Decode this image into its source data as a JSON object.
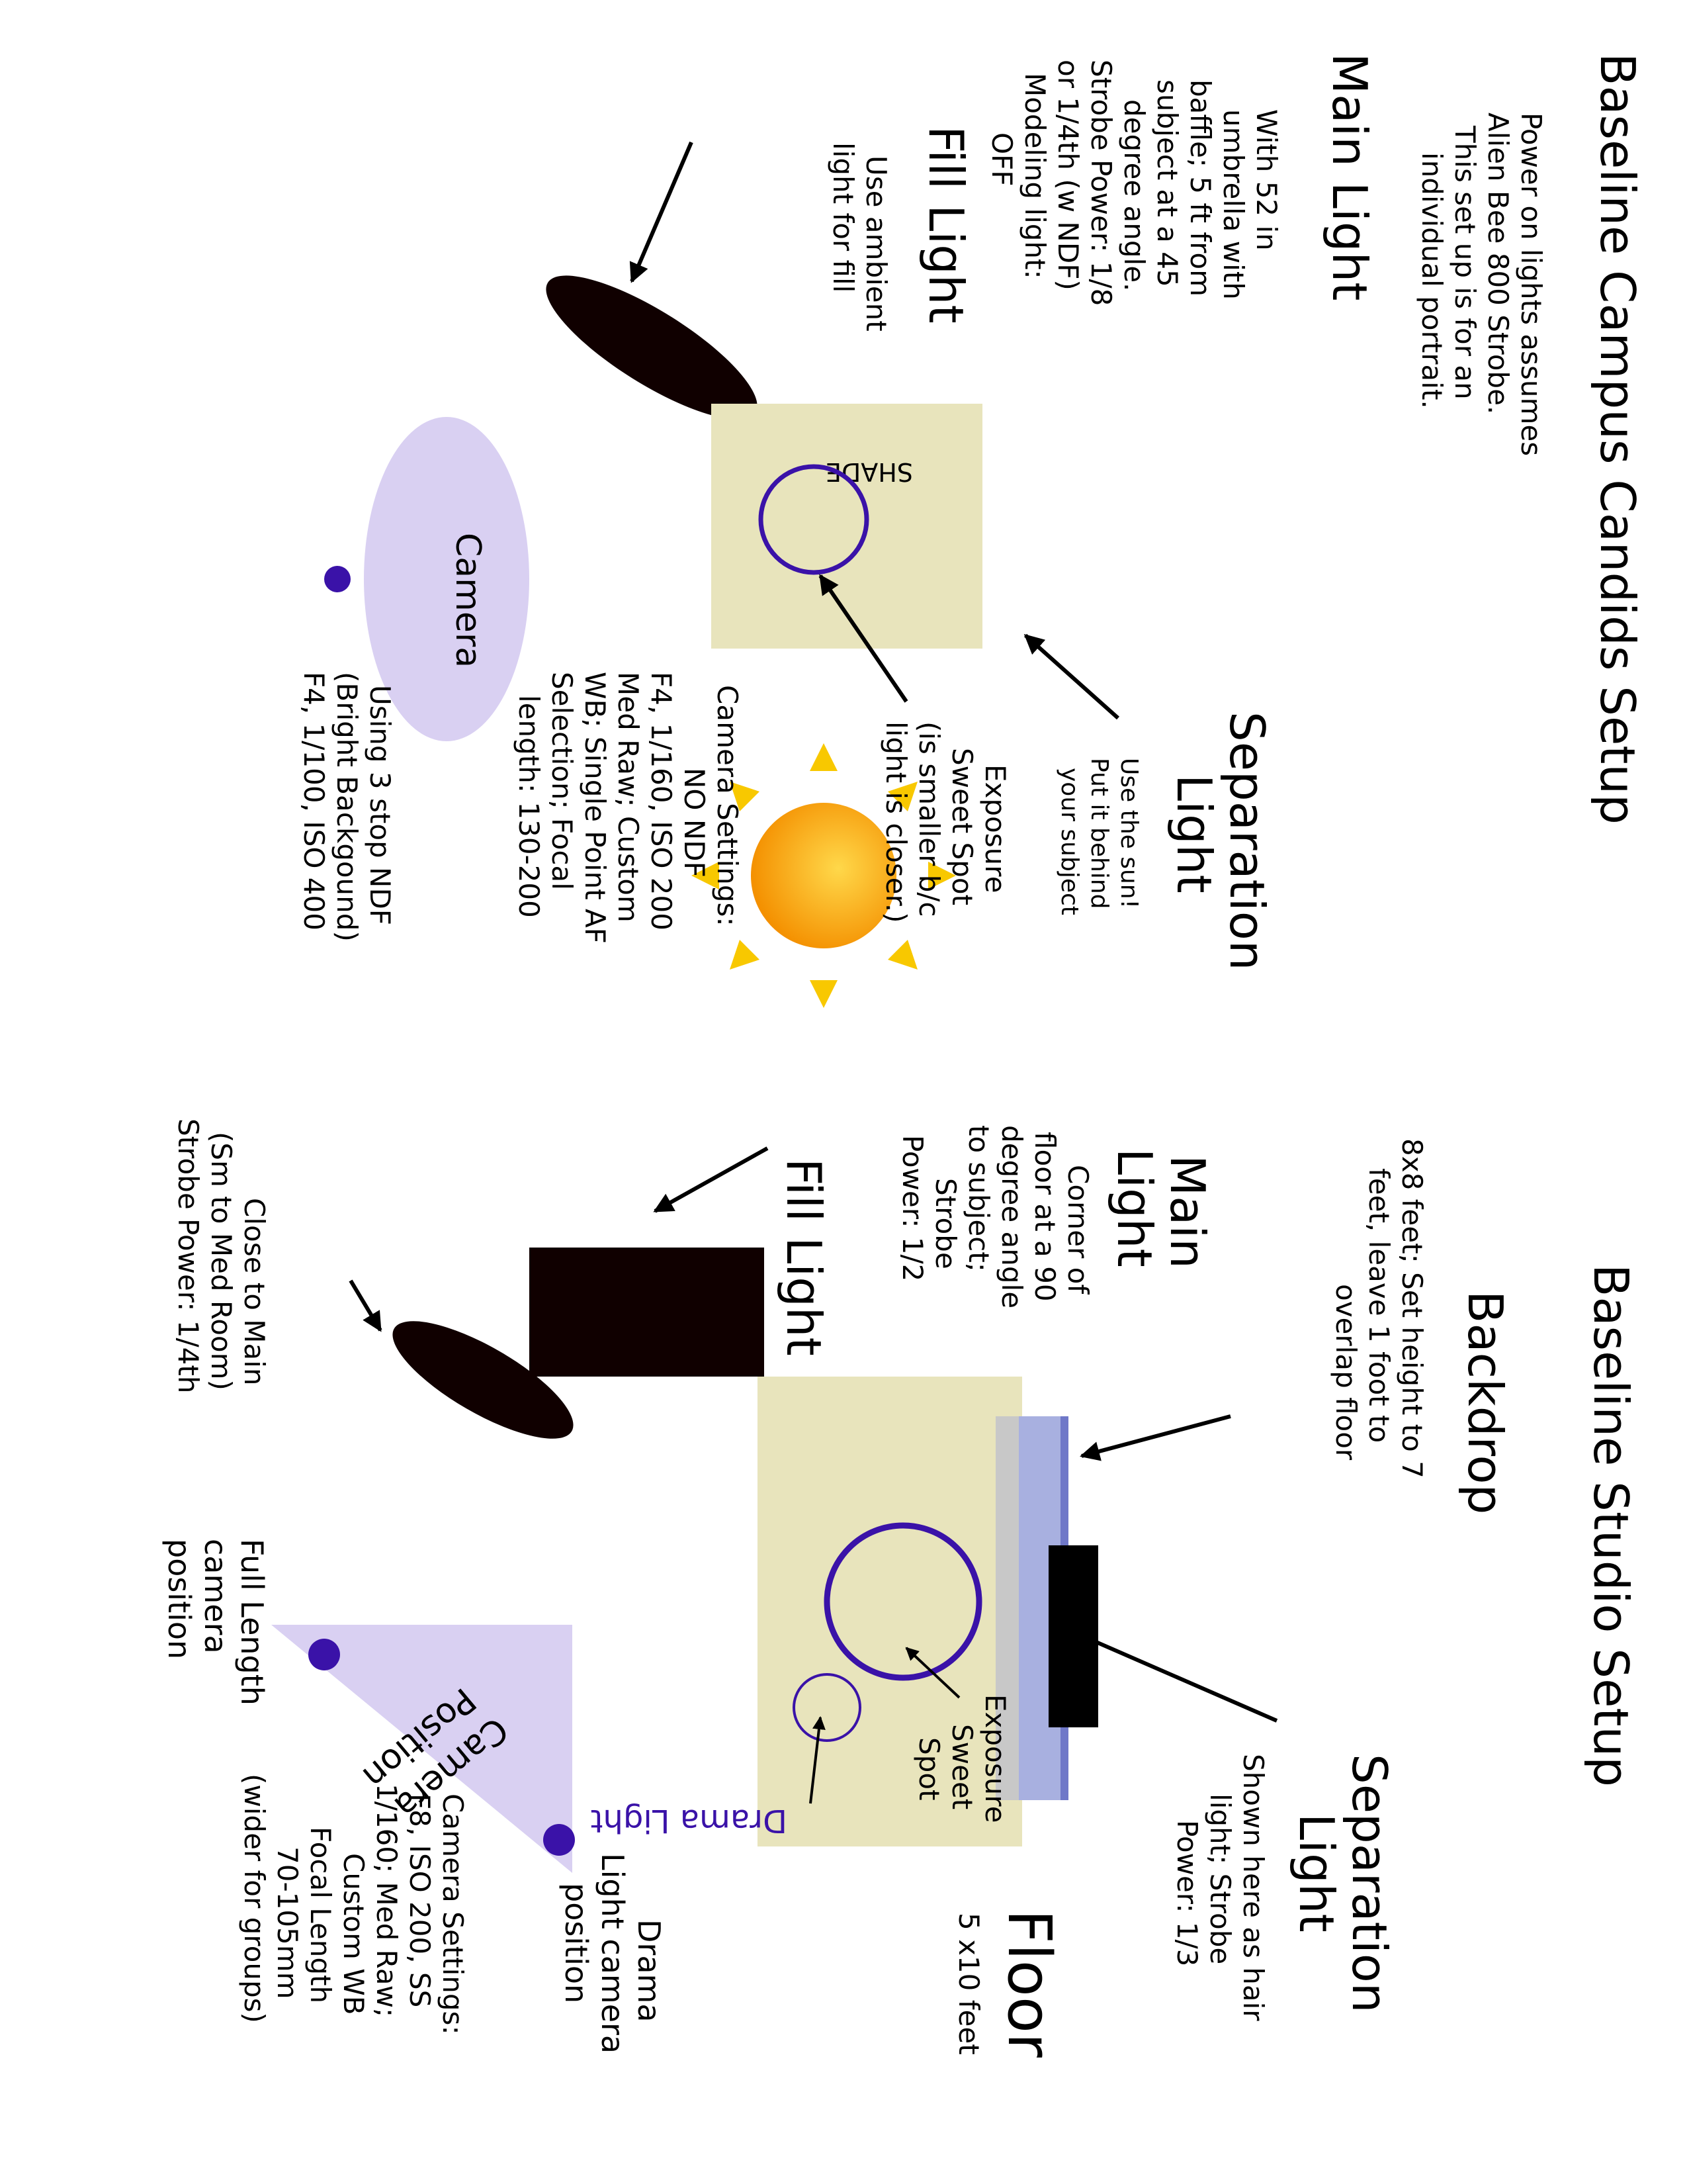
{
  "colors": {
    "ink": "#000000",
    "accent": "#3a12a8",
    "floor": "#e8e4bc",
    "camera_zone": "#d9d0f2",
    "backdrop_band": "#a8b0e0",
    "backdrop_edge": "#6f78c8",
    "backdrop_gray": "#c8c8c8",
    "strobe": "#100000",
    "sun_core": "#fca000",
    "sun_rays": "#f8c800"
  },
  "icons": {
    "sun": "sun-icon",
    "strobe_umbrella": "umbrella-strobe-icon",
    "softbox": "softbox-icon",
    "camera_dot": "camera-dot-icon"
  },
  "campus": {
    "title": "Baseline Campus Candids Setup",
    "intro": [
      "Power on lights assumes",
      "Alien Bee 800 Strobe.",
      "This set up is for an",
      "individual portrait."
    ],
    "main_light": {
      "heading": "Main Light",
      "lines": [
        "With 52 in",
        "umbrella with",
        "baffle; 5 ft from",
        "subject at a 45",
        "degree angle.",
        "Strobe Power: 1/8",
        "or 1/4th (w NDF)",
        "Modeling light:",
        "OFF"
      ]
    },
    "fill_light": {
      "heading": "Fill Light",
      "lines": [
        "Use ambient",
        "light for fill"
      ]
    },
    "shade_label": "SHADE",
    "camera_label": "Camera",
    "separation_light": {
      "heading": [
        "Separation",
        "Light"
      ],
      "lines": [
        "Use the sun!",
        "Put it behind",
        "your subject"
      ]
    },
    "exposure_note": [
      "Exposure",
      "Sweet Spot",
      "(is smaller b/c",
      "light is closer.)"
    ],
    "camera_settings": [
      "Camera Settings:",
      "NO NDF",
      "F4, 1/160, ISO 200",
      "Med Raw; Custom",
      "WB; Single Point AF",
      "Selection; Focal",
      "length: 130-200"
    ],
    "ndf_settings": [
      "Using 3 stop NDF",
      "(Bright Backgound)",
      "F4, 1/100, ISO 400"
    ]
  },
  "studio": {
    "title": "Baseline Studio Setup",
    "backdrop": {
      "heading": "Backdrop",
      "lines": [
        "8x8 feet; Set height to 7",
        "feet, leave 1 foot to",
        "overlap floor"
      ]
    },
    "separation_light": {
      "heading": [
        "Separation",
        "Light"
      ],
      "lines": [
        "Shown here as hair",
        "light; Strobe",
        "Power: 1/3"
      ]
    },
    "main_light": {
      "heading": [
        "Main",
        "Light"
      ],
      "lines": [
        "Corner of",
        "floor at a 90",
        "degree angle",
        "to subject;",
        "Strobe",
        "Power: 1/2"
      ]
    },
    "fill_light": {
      "heading": "Fill Light",
      "lines": [
        "Close to Main",
        "(Sm to Med Room)",
        "Strobe Power: 1/4th"
      ]
    },
    "floor": {
      "heading": "Floor",
      "size": "5 x10 feet"
    },
    "exposure_label": [
      "Exposure",
      "Sweet",
      "Spot"
    ],
    "drama_light_label": "Drama Light",
    "camera_position_label": [
      "Camera",
      "Position"
    ],
    "full_length_label": [
      "Full Length",
      "camera",
      "position"
    ],
    "drama_camera_label": [
      "Drama",
      "Light camera",
      "position"
    ],
    "camera_settings": [
      "Camera Settings:",
      "F8, ISO 200, SS",
      "1/160; Med Raw;",
      "Custom WB",
      "Focal Length",
      "70-105mm",
      "(wider for groups)"
    ]
  }
}
